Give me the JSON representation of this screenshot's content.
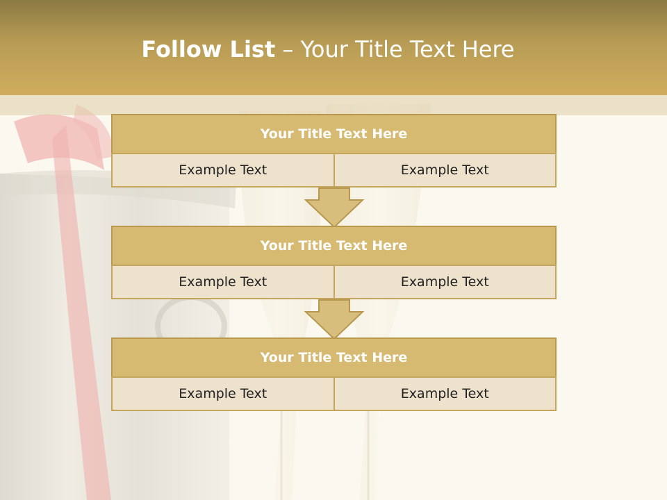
{
  "slide": {
    "title_bold": "Follow List",
    "title_rest": " – Your Title Text Here"
  },
  "flow": {
    "blocks": [
      {
        "title": "Your Title Text Here",
        "cells": [
          "Example Text",
          "Example Text"
        ]
      },
      {
        "title": "Your Title Text Here",
        "cells": [
          "Example Text",
          "Example Text"
        ]
      },
      {
        "title": "Your Title Text Here",
        "cells": [
          "Example Text",
          "Example Text"
        ]
      }
    ]
  },
  "colors": {
    "header": "#c2a458",
    "block_title": "#d6ba72",
    "block_cell": "#eee2cc",
    "arrow": "#d8be7c"
  },
  "icons": [
    "down-arrow-icon"
  ]
}
